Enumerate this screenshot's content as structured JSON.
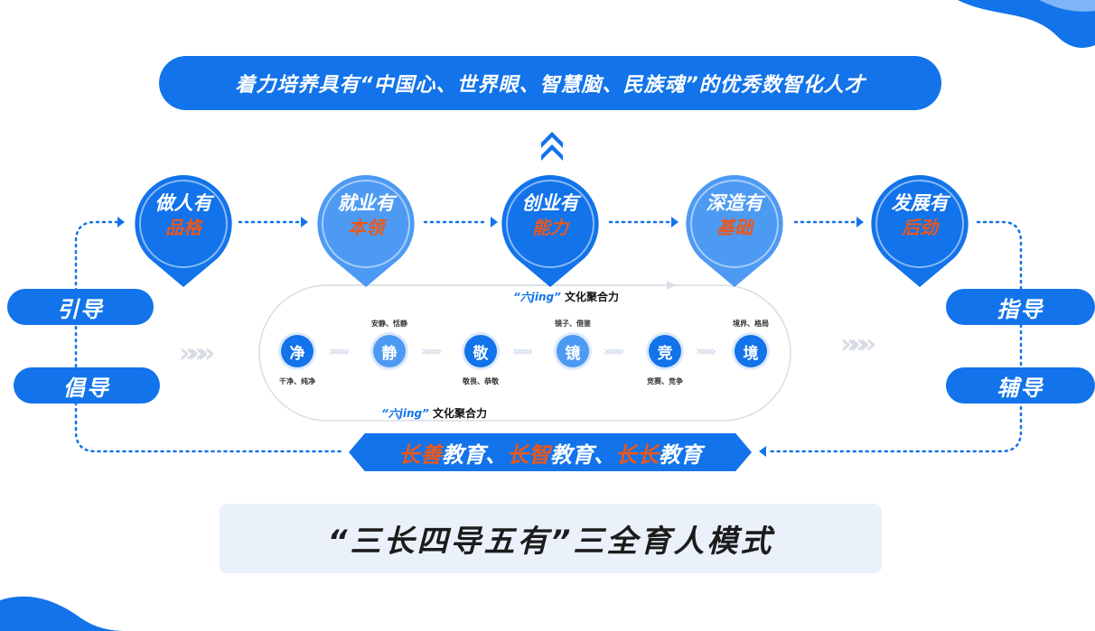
{
  "banner": {
    "text": "着力培养具有“中国心、世界眼、智慧脑、民族魂”的优秀数智化人才"
  },
  "side": {
    "left_top": "引导",
    "left_bottom": "倡导",
    "right_top": "指导",
    "right_bottom": "辅导"
  },
  "pins": [
    {
      "l1": "做人有",
      "l2": "品格",
      "color": "#1273ea"
    },
    {
      "l1": "就业有",
      "l2": "本领",
      "color": "#4d9af3"
    },
    {
      "l1": "创业有",
      "l2": "能力",
      "color": "#1273ea"
    },
    {
      "l1": "深造有",
      "l2": "基础",
      "color": "#4d9af3"
    },
    {
      "l1": "发展有",
      "l2": "后劲",
      "color": "#1273ea"
    }
  ],
  "circles": [
    {
      "char": "净",
      "top": "",
      "bottom": "干净、纯净"
    },
    {
      "char": "静",
      "top": "安静、恬静",
      "bottom": ""
    },
    {
      "char": "敬",
      "top": "",
      "bottom": "敬畏、恭敬"
    },
    {
      "char": "镜",
      "top": "镜子、借鉴",
      "bottom": ""
    },
    {
      "char": "竞",
      "top": "",
      "bottom": "竞赛、竞争"
    },
    {
      "char": "境",
      "top": "境界、格局",
      "bottom": ""
    }
  ],
  "culture": {
    "quote": "“六jing”",
    "suffix": "文化聚合力"
  },
  "ribbon": {
    "hl1": "长善",
    "t1": "教育、",
    "hl2": "长智",
    "t2": "教育、",
    "hl3": "长长",
    "t3": "教育"
  },
  "footer": {
    "text": "“三长四导五有”三全育人模式"
  },
  "colors": {
    "primary": "#1273ea",
    "light": "#4d9af3",
    "accent": "#e8581c"
  }
}
